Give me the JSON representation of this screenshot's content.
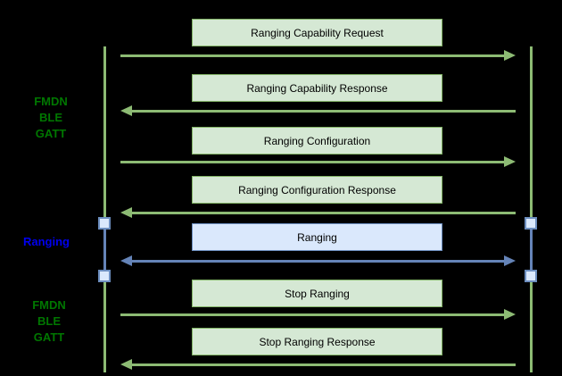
{
  "colors": {
    "background": "#000000",
    "green_box_fill": "#d5e8d4",
    "green_box_border": "#82b366",
    "green_line": "#8dbb74",
    "green_label_text": "#007700",
    "blue_box_fill": "#dae8fc",
    "blue_box_border": "#6c8ebf",
    "blue_line": "#6584b8",
    "blue_label_text": "#0000ee",
    "message_text": "#000000"
  },
  "side_labels": [
    {
      "lines": [
        "FMDN",
        "BLE",
        "GATT"
      ],
      "style": "green"
    },
    {
      "lines": [
        "Ranging"
      ],
      "style": "blue"
    },
    {
      "lines": [
        "FMDN",
        "BLE",
        "GATT"
      ],
      "style": "green"
    }
  ],
  "messages": [
    {
      "label": "Ranging Capability Request",
      "direction": "right",
      "style": "green"
    },
    {
      "label": "Ranging Capability Response",
      "direction": "left",
      "style": "green"
    },
    {
      "label": "Ranging Configuration",
      "direction": "right",
      "style": "green"
    },
    {
      "label": "Ranging Configuration Response",
      "direction": "left",
      "style": "green"
    },
    {
      "label": "Ranging",
      "direction": "both",
      "style": "blue"
    },
    {
      "label": "Stop Ranging",
      "direction": "right",
      "style": "green"
    },
    {
      "label": "Stop Ranging Response",
      "direction": "left",
      "style": "green"
    }
  ]
}
